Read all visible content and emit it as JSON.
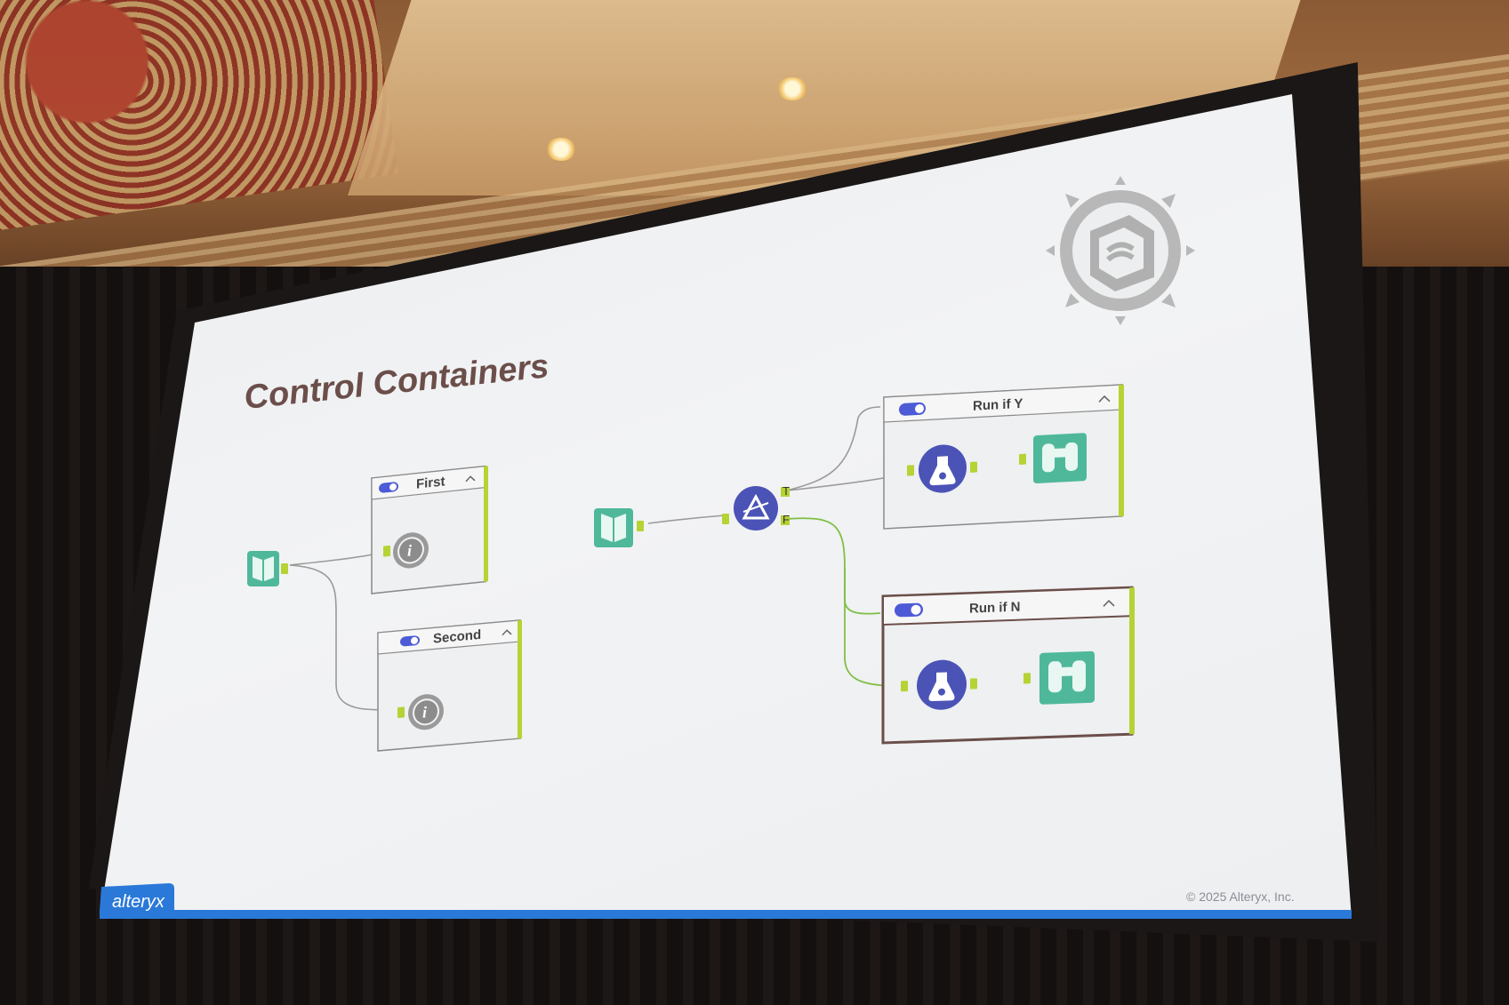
{
  "slide": {
    "title": "Control Containers",
    "footer_logo": "alteryx",
    "copyright": "© 2025 Alteryx, Inc.",
    "emblem_icon": "control-container-gear-icon"
  },
  "containers": [
    {
      "title": "First",
      "tool_icon": "message-info-icon",
      "toggle": "on"
    },
    {
      "title": "Second",
      "tool_icon": "message-info-icon",
      "toggle": "on"
    },
    {
      "title": "Run if Y",
      "tool_icon": "formula-flask-icon",
      "output_icon": "browse-binoculars-icon",
      "toggle": "on"
    },
    {
      "title": "Run if N",
      "tool_icon": "formula-flask-icon",
      "output_icon": "browse-binoculars-icon",
      "toggle": "on"
    }
  ],
  "tools": {
    "input_left": "input-data-book-icon",
    "input_middle": "input-data-book-icon",
    "filter": "filter-triangle-icon",
    "filter_true_anchor": "T",
    "filter_false_anchor": "F"
  },
  "colors": {
    "accent_green": "#b5d334",
    "tool_teal": "#4fb89b",
    "tool_purple": "#4b53b6",
    "toggle_blue": "#4d5bd6",
    "title_brown": "#6b4e4a",
    "logo_blue": "#2a79d8"
  }
}
